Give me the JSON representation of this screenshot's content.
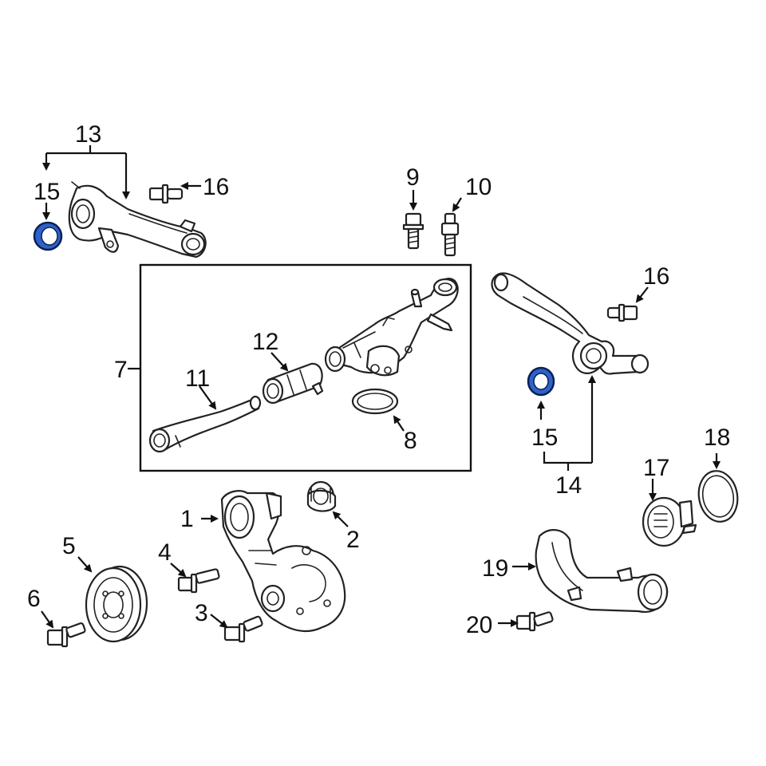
{
  "diagram": {
    "callouts": {
      "c1": "1",
      "c2": "2",
      "c3": "3",
      "c4": "4",
      "c5": "5",
      "c6": "6",
      "c7": "7",
      "c8": "8",
      "c9": "9",
      "c10": "10",
      "c11": "11",
      "c12": "12",
      "c13": "13",
      "c14": "14",
      "c15a": "15",
      "c15b": "15",
      "c16a": "16",
      "c16b": "16",
      "c17": "17",
      "c18": "18",
      "c19": "19",
      "c20": "20"
    },
    "colors": {
      "line": "#222222",
      "highlight_seal": "#2f62c8",
      "background": "#ffffff"
    }
  }
}
